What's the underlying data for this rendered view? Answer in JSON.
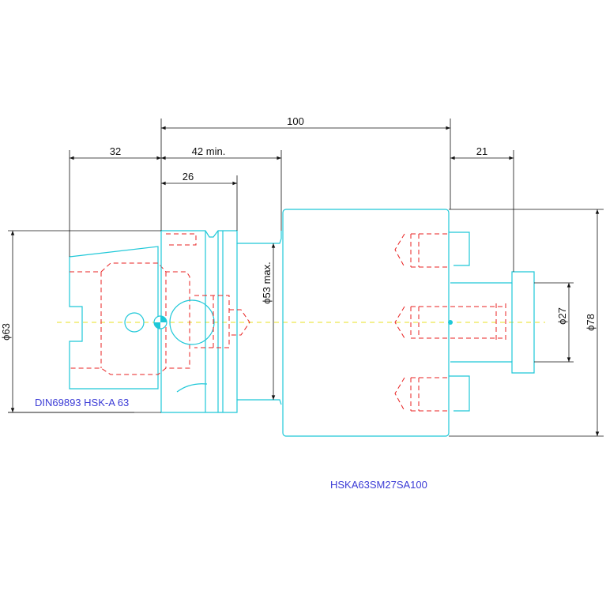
{
  "dimensions": {
    "d100": "100",
    "d32": "32",
    "d42": "42 min.",
    "d26": "26",
    "d21": "21",
    "phi63": "ϕ63",
    "phi53": "ϕ53 max.",
    "phi27": "ϕ27",
    "phi78": "ϕ78"
  },
  "labels": {
    "standard": "DIN69893 HSK-A 63",
    "part_number": "HSKA63SM27SA100"
  },
  "colors": {
    "outline": "#1fc8d8",
    "hidden": "#e82020",
    "dimension": "#111111",
    "centerline": "#e8e020",
    "label": "#3b3bd6"
  }
}
